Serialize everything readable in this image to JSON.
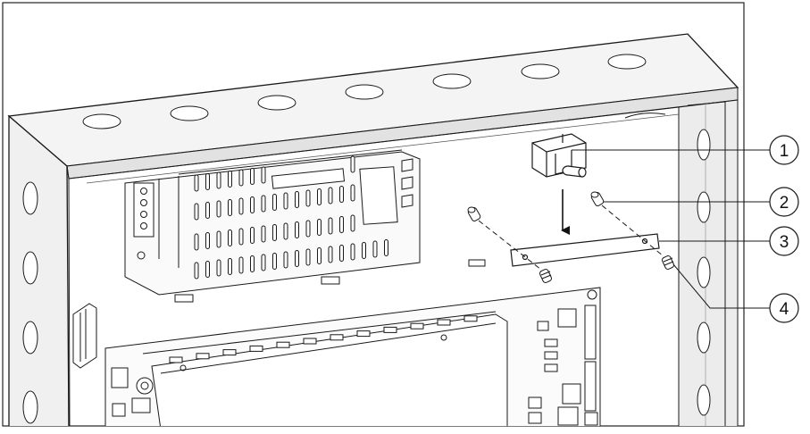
{
  "figure": {
    "callouts": [
      {
        "number": "1"
      },
      {
        "number": "2"
      },
      {
        "number": "3"
      },
      {
        "number": "4"
      }
    ]
  }
}
